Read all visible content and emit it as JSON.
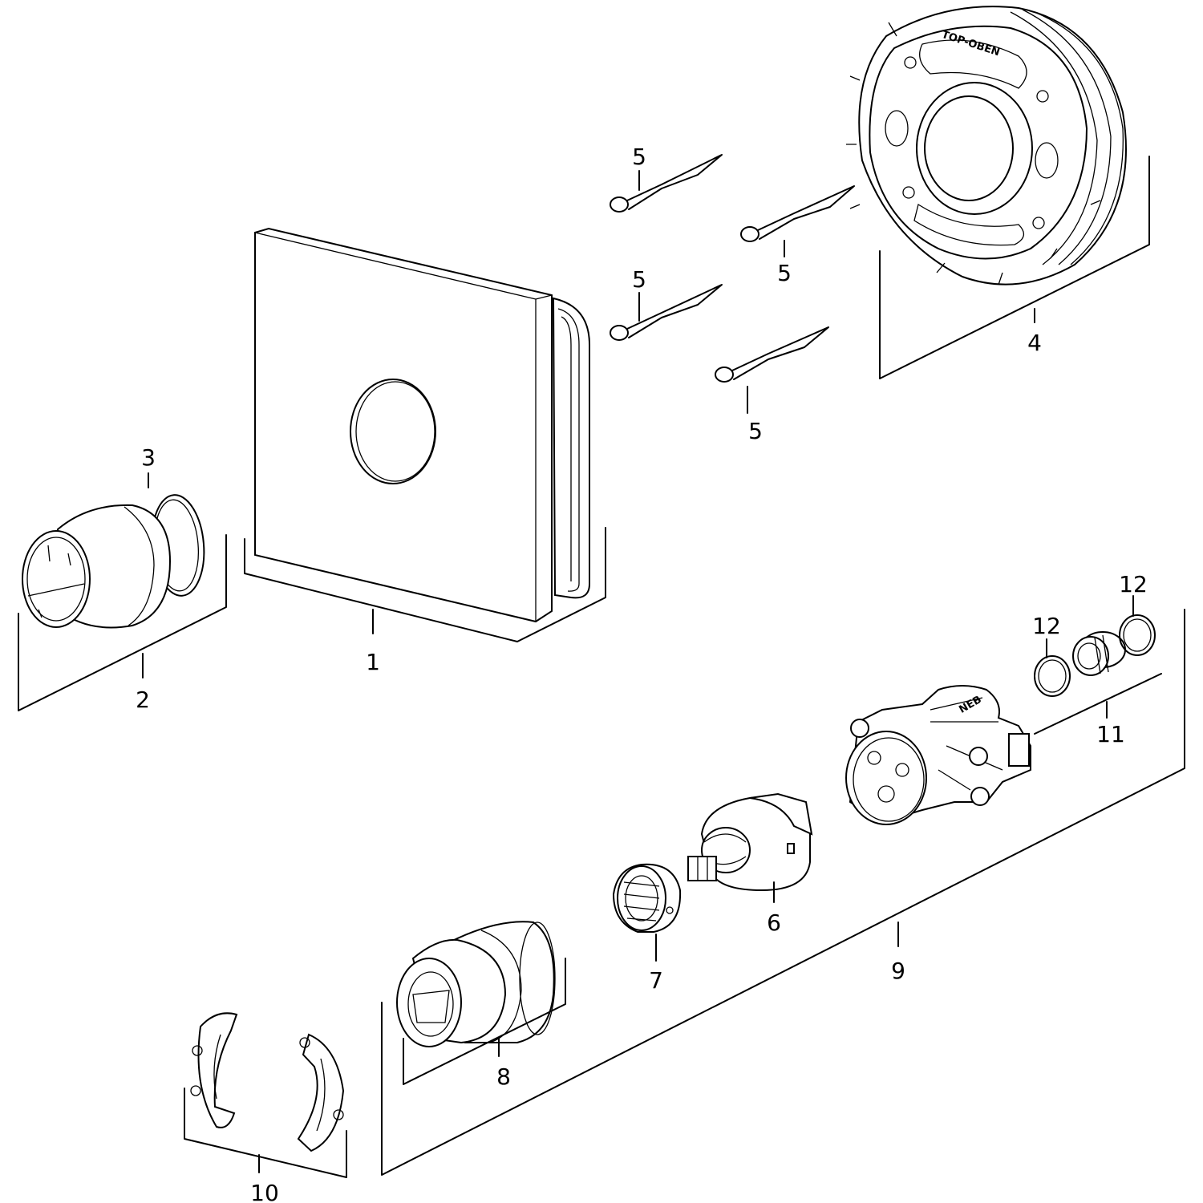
{
  "parts": [
    {
      "id": "cover-plate",
      "number": "1"
    },
    {
      "id": "handle-knob",
      "number": "2"
    },
    {
      "id": "knob-o-ring",
      "number": "3"
    },
    {
      "id": "mounting-ring",
      "number": "4",
      "stamp": "TOP-OBEN"
    },
    {
      "id": "screws",
      "number": "5"
    },
    {
      "id": "cartridge",
      "number": "6"
    },
    {
      "id": "adapter-ring",
      "number": "7"
    },
    {
      "id": "extension-sleeve",
      "number": "8"
    },
    {
      "id": "valve-body-set",
      "number": "9"
    },
    {
      "id": "clamp-halves",
      "number": "10"
    },
    {
      "id": "nipple-kit",
      "number": "11"
    },
    {
      "id": "seal-rings",
      "number": "12"
    }
  ]
}
